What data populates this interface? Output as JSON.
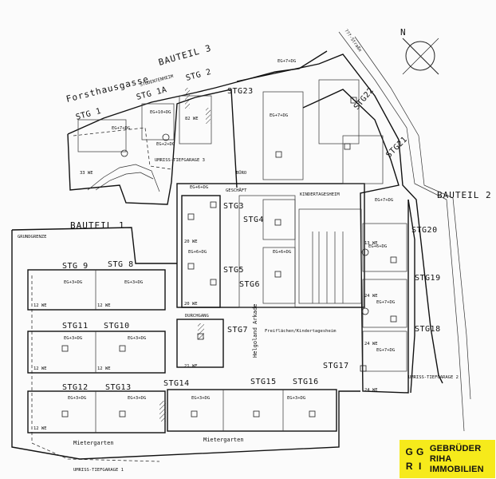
{
  "street": "Forsthausgasse",
  "street_right": "???-Straße",
  "north": "N",
  "bauteile": [
    "BAUTEIL 3",
    "BAUTEIL 1",
    "BAUTEIL 2"
  ],
  "stiegen": [
    "STG 1",
    "STG 1A",
    "STG 2",
    "STG23",
    "STG22",
    "STG21",
    "STG20",
    "STG19",
    "STG18",
    "STG17",
    "STG3",
    "STG4",
    "STG5",
    "STG6",
    "STG7",
    "STG 9",
    "STG 8",
    "STG11",
    "STG10",
    "STG12",
    "STG13",
    "STG14",
    "STG15",
    "STG16"
  ],
  "annotations": {
    "arkade": "Helgoland Arkade",
    "kindertagesheim": "KINDERTAGESHEIM",
    "freiflaeche": "Freiflächen/Kindertagesheim",
    "tiefgarage3": "UMRISS-TIEFGARAGE 3",
    "tiefgarage2": "UMRISS-TIEFGARAGE 2",
    "tiefgarage1": "UMRISS-TIEFGARAGE 1",
    "mietergarten1": "Mietergarten",
    "mietergarten2": "Mietergarten",
    "grenze": "GRUNDGRENZE",
    "durchgang": "DURCHGANG",
    "buero": "BÜRO",
    "geschaeft": "GESCHÄFT",
    "studentenheim": "STUDENTENHEIM",
    "eg7dg": "EG+7+DG",
    "eg6dg": "EG+6+DG",
    "eg3dg": "EG+3+DG",
    "eg2dg": "EG+2+DG",
    "eg10dg": "EG+10+DG",
    "we": [
      "33 WE",
      "82 WE",
      "20 WE",
      "20 WE",
      "21 WE",
      "12 WE",
      "12 WE",
      "12 WE",
      "12 WE",
      "12 WE",
      "13 WE",
      "24 WE",
      "24 WE",
      "24 WE"
    ]
  },
  "logo": {
    "mark": [
      "G",
      "G",
      "R",
      "I"
    ],
    "line1": "GEBRÜDER RIHA",
    "line2": "IMMOBILIEN",
    "color": "#f6ea1b"
  }
}
